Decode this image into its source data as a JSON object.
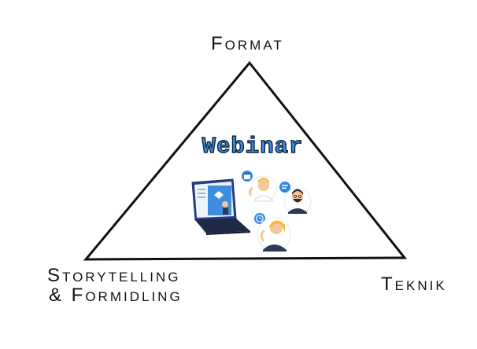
{
  "diagram": {
    "corners": {
      "top": "Format",
      "left_line1": "Storytelling",
      "left_line2": "& Formidling",
      "right": "Teknik"
    },
    "center_title": "Webinar",
    "colors": {
      "title_fill": "#3f8fd8",
      "title_outline": "#0c2340",
      "stroke": "#111111",
      "accent_blue": "#2e86de"
    },
    "illustration_icons": [
      "laptop-icon",
      "calendar-icon",
      "chat-icon",
      "clock-icon",
      "person-icon"
    ]
  }
}
